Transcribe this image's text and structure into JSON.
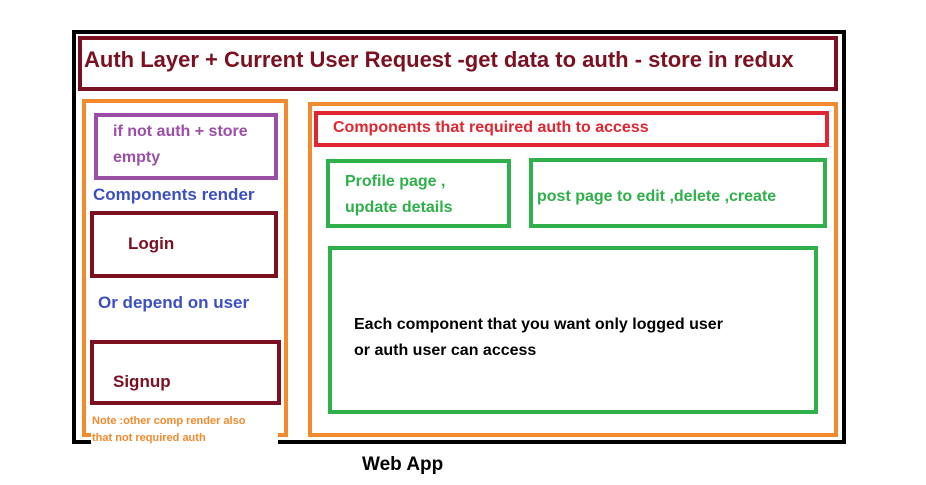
{
  "header": {
    "title": "Auth Layer + Current User Request -get data to auth - store in redux"
  },
  "left_panel": {
    "condition_line1": "if not auth + store",
    "condition_line2": "empty",
    "components_render": "Components render",
    "login": "Login",
    "or_depend": "Or depend on user",
    "signup": "Signup",
    "note_line1": "Note :other comp render also",
    "note_line2": "that not required auth"
  },
  "right_panel": {
    "title": "Components that required auth to access",
    "profile_line1": "Profile page ,",
    "profile_line2": "update details",
    "post": "post page to edit ,delete ,create",
    "each_line1": "Each component that you want only logged user",
    "each_line2": "or auth user can access"
  },
  "caption": "Web App",
  "colors": {
    "outer": "#000000",
    "auth_layer": "#7a1020",
    "panels": "#f28a2e",
    "condition": "#9b4fa6",
    "blue_text": "#3b4fc2",
    "required_auth": "#e02630",
    "components": "#2fb04a"
  }
}
